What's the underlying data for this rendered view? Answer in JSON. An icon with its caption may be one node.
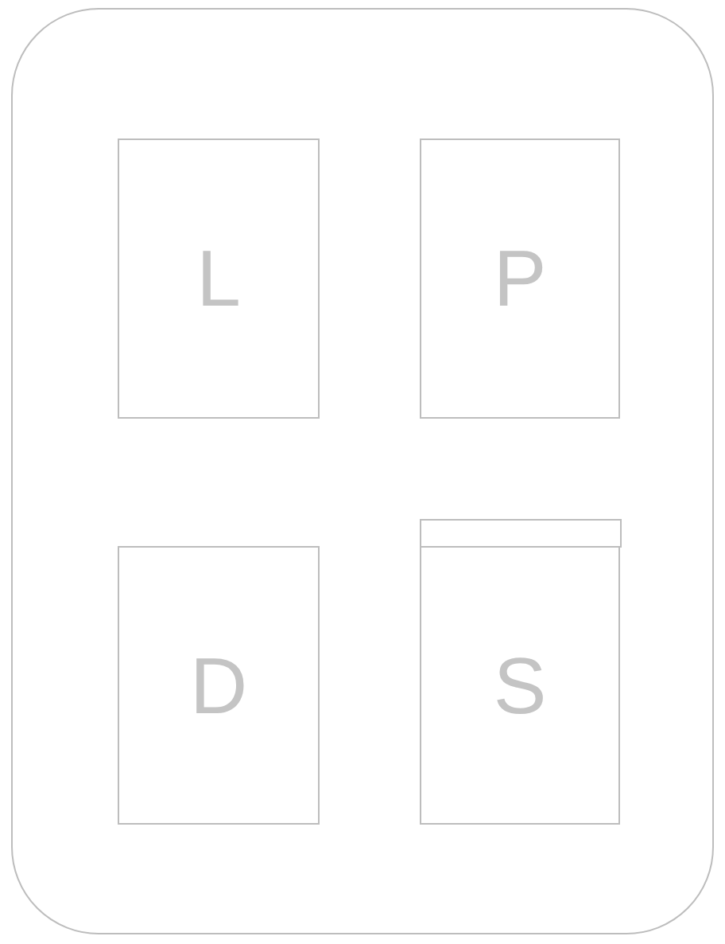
{
  "diagram": {
    "nodes": [
      {
        "text": [],
        "shape": "box"
      },
      {
        "text": [
          "L"
        ],
        "in": 0
      },
      {
        "text": [
          "P"
        ],
        "in": 0
      },
      {
        "text": [
          "D"
        ],
        "in": 0
      },
      {
        "text": [
          "S"
        ],
        "in": 0
      }
    ]
  }
}
